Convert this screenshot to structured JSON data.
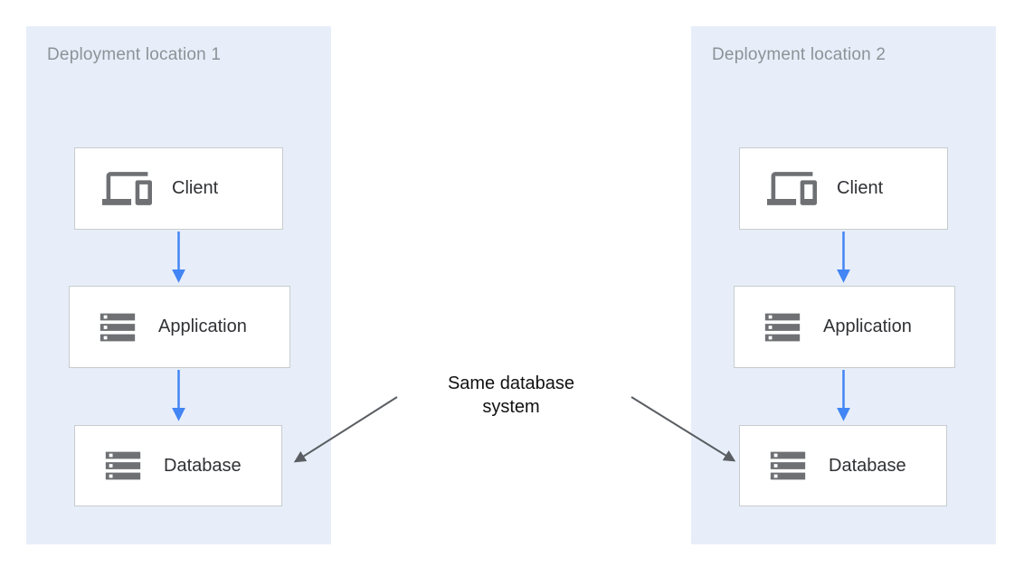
{
  "colors": {
    "canvas_bg": "#ffffff",
    "panel_bg": "#e7eef9",
    "panel_title": "#8d9297",
    "box_bg": "#ffffff",
    "box_border": "#c8cccf",
    "box_label": "#303134",
    "icon": "#6e7073",
    "flow_arrow": "#4285f4",
    "annotation_arrow": "#5a5e62",
    "annotation_text": "#111111"
  },
  "panels": [
    {
      "title": "Deployment location 1",
      "nodes": [
        {
          "label": "Client",
          "icon": "devices-icon"
        },
        {
          "label": "Application",
          "icon": "storage-icon"
        },
        {
          "label": "Database",
          "icon": "storage-icon"
        }
      ]
    },
    {
      "title": "Deployment location 2",
      "nodes": [
        {
          "label": "Client",
          "icon": "devices-icon"
        },
        {
          "label": "Application",
          "icon": "storage-icon"
        },
        {
          "label": "Database",
          "icon": "storage-icon"
        }
      ]
    }
  ],
  "annotation": {
    "text": "Same database system"
  }
}
